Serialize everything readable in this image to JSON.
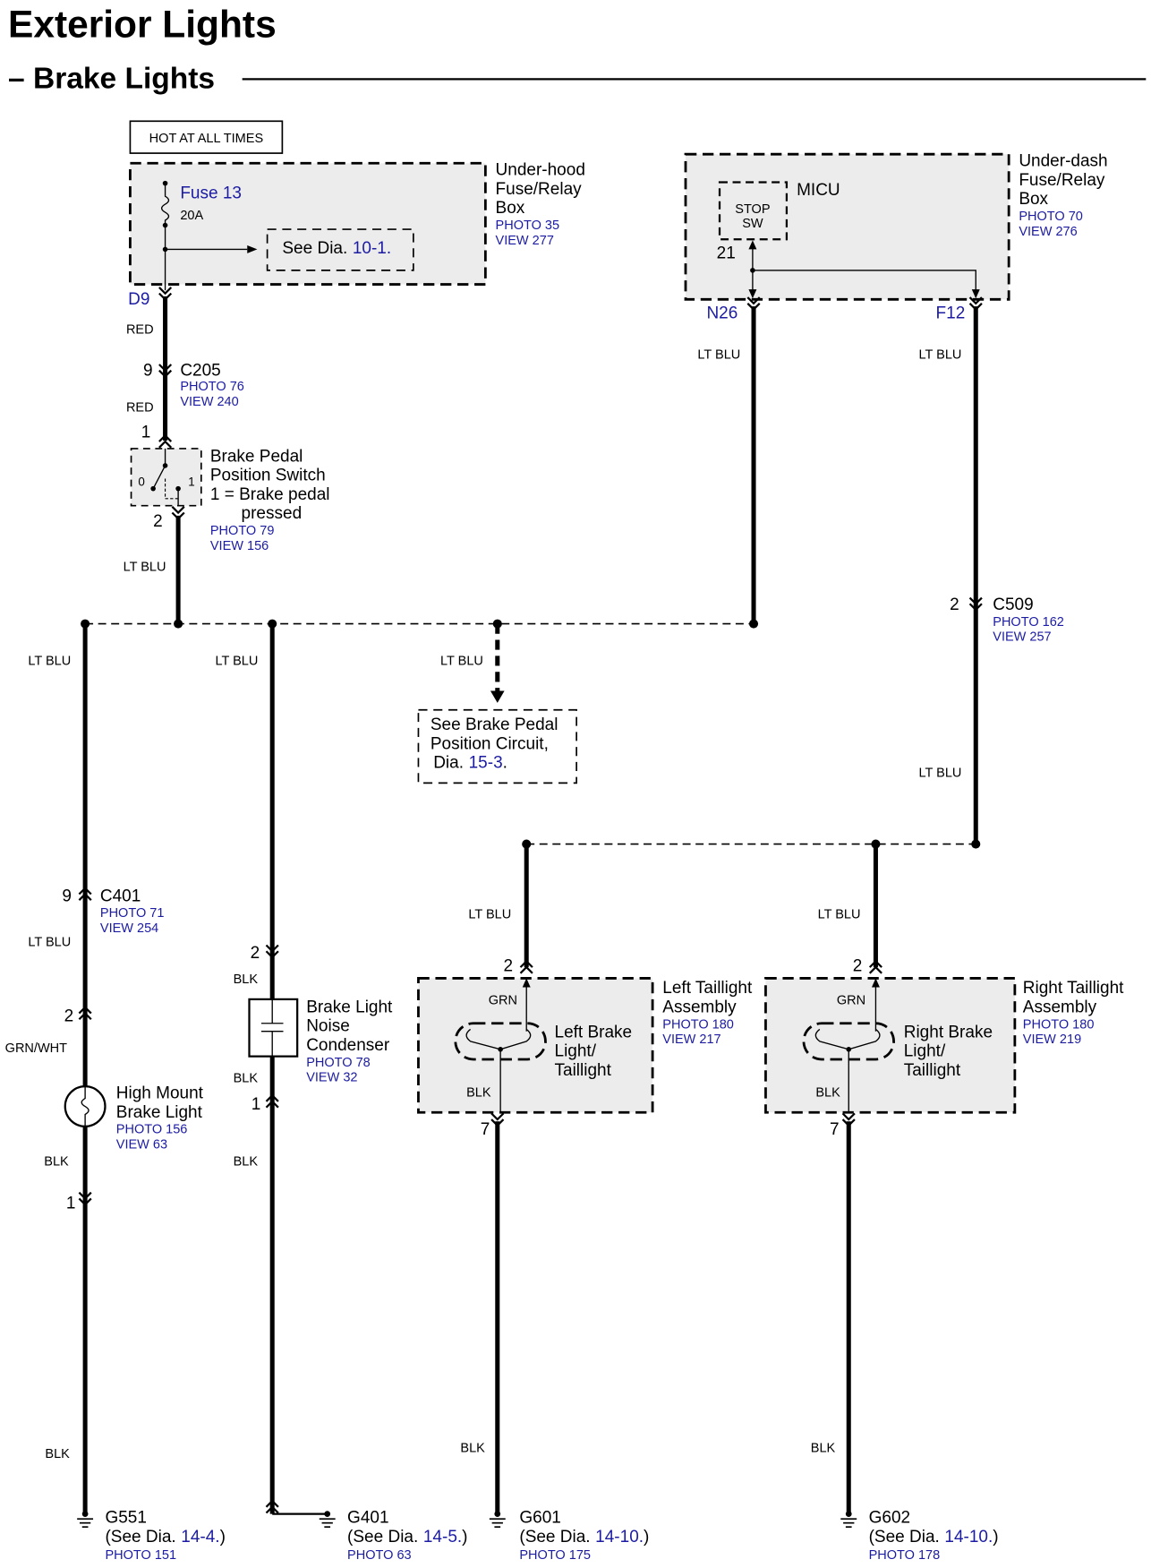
{
  "title": "Exterior Lights",
  "subtitle": "– Brake Lights",
  "hot_at_all_times": "HOT AT ALL TIMES",
  "underhood_box": {
    "name": [
      "Under-hood",
      "Fuse/Relay",
      "Box"
    ],
    "photo": "PHOTO 35",
    "view": "VIEW 277",
    "fuse": "Fuse 13",
    "fuse_rating": "20A",
    "see_text": "See Dia.",
    "see_ref": "10-1.",
    "terminal": "D9"
  },
  "underdash_box": {
    "name": [
      "Under-dash",
      "Fuse/Relay",
      "Box"
    ],
    "photo": "PHOTO 70",
    "view": "VIEW 276",
    "micu": "MICU",
    "stop_sw": [
      "STOP",
      "SW"
    ],
    "pin": "21",
    "terminal_left": "N26",
    "terminal_right": "F12"
  },
  "connectors": {
    "c205": {
      "pin": "9",
      "name": "C205",
      "photo": "PHOTO 76",
      "view": "VIEW 240"
    },
    "c509": {
      "pin": "2",
      "name": "C509",
      "photo": "PHOTO 162",
      "view": "VIEW 257"
    },
    "c401": {
      "pin": "9",
      "name": "C401",
      "photo": "PHOTO 71",
      "view": "VIEW 254"
    }
  },
  "brake_switch": {
    "name": [
      "Brake Pedal",
      "Position Switch",
      "1 = Brake pedal",
      "pressed"
    ],
    "photo": "PHOTO 79",
    "view": "VIEW 156",
    "pin_in": "1",
    "pin_out": "2",
    "pos_off": "0",
    "pos_on": "1"
  },
  "high_mount": {
    "name": [
      "High Mount",
      "Brake Light"
    ],
    "photo": "PHOTO 156",
    "view": "VIEW 63",
    "pin_in": "2",
    "pin_out": "1"
  },
  "condenser": {
    "name": [
      "Brake Light",
      "Noise",
      "Condenser"
    ],
    "photo": "PHOTO 78",
    "view": "VIEW 32",
    "pin_in": "2",
    "pin_out": "1"
  },
  "brake_pedal_ref": {
    "lines": [
      "See Brake Pedal",
      "Position Circuit,"
    ],
    "prefix": "Dia.",
    "ref": "15-3",
    "suffix": "."
  },
  "left_taillight": {
    "assembly": [
      "Left Taillight",
      "Assembly"
    ],
    "photo": "PHOTO 180",
    "view": "VIEW 217",
    "bulb": [
      "Left Brake",
      "Light/",
      "Taillight"
    ],
    "pin_in": "2",
    "pin_out": "7",
    "wire_in": "GRN",
    "wire_out": "BLK"
  },
  "right_taillight": {
    "assembly": [
      "Right Taillight",
      "Assembly"
    ],
    "photo": "PHOTO 180",
    "view": "VIEW 219",
    "bulb": [
      "Right Brake",
      "Light/",
      "Taillight"
    ],
    "pin_in": "2",
    "pin_out": "7",
    "wire_in": "GRN",
    "wire_out": "BLK"
  },
  "grounds": [
    {
      "name": "G551",
      "prefix": "(See Dia.",
      "ref": "14-4.",
      "suffix": ")",
      "photo": "PHOTO 151"
    },
    {
      "name": "G401",
      "prefix": "(See Dia.",
      "ref": "14-5.",
      "suffix": ")",
      "photo": "PHOTO 63"
    },
    {
      "name": "G601",
      "prefix": "(See Dia.",
      "ref": "14-10.",
      "suffix": ")",
      "photo": "PHOTO 175"
    },
    {
      "name": "G602",
      "prefix": "(See Dia.",
      "ref": "14-10.",
      "suffix": ")",
      "photo": "PHOTO 178"
    }
  ],
  "wire_colors": [
    "RED",
    "RED",
    "LT BLU",
    "LT BLU",
    "LT BLU",
    "LT BLU",
    "LT BLU",
    "LT BLU",
    "LT BLU",
    "LT BLU",
    "LT BLU",
    "LT BLU",
    "GRN/WHT",
    "BLK",
    "BLK",
    "BLK",
    "BLK",
    "BLK",
    "BLK",
    "BLK"
  ],
  "colors": {
    "reference_link": "#1c1ca3",
    "component_box_fill": "#ececec"
  }
}
